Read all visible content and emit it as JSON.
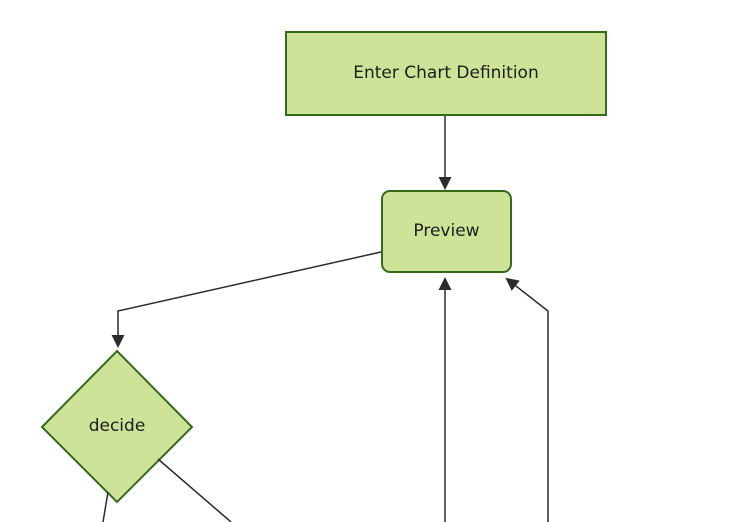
{
  "theme": {
    "node_fill": "#cde498",
    "node_stroke": "#35691c",
    "edge_color": "#2b2b2b",
    "text_color": "#1d1d1d",
    "background": "#ffffff"
  },
  "diagram": {
    "type": "flowchart",
    "direction": "top-down",
    "nodes": [
      {
        "id": "enter",
        "label": "Enter Chart Definition",
        "shape": "rectangle"
      },
      {
        "id": "preview",
        "label": "Preview",
        "shape": "rounded-rectangle"
      },
      {
        "id": "decide",
        "label": "decide",
        "shape": "diamond"
      }
    ],
    "edges": [
      {
        "from": "enter",
        "to": "preview",
        "arrowhead": true
      },
      {
        "from": "preview",
        "to": "decide",
        "arrowhead": true
      },
      {
        "from": "offscreen-bottom",
        "to": "preview",
        "arrowhead": true
      },
      {
        "from": "offscreen-bottom",
        "to": "preview",
        "arrowhead": true
      },
      {
        "from": "decide",
        "to": "offscreen-bottom",
        "arrowhead": false
      },
      {
        "from": "decide",
        "to": "offscreen-bottom",
        "arrowhead": false
      }
    ]
  }
}
